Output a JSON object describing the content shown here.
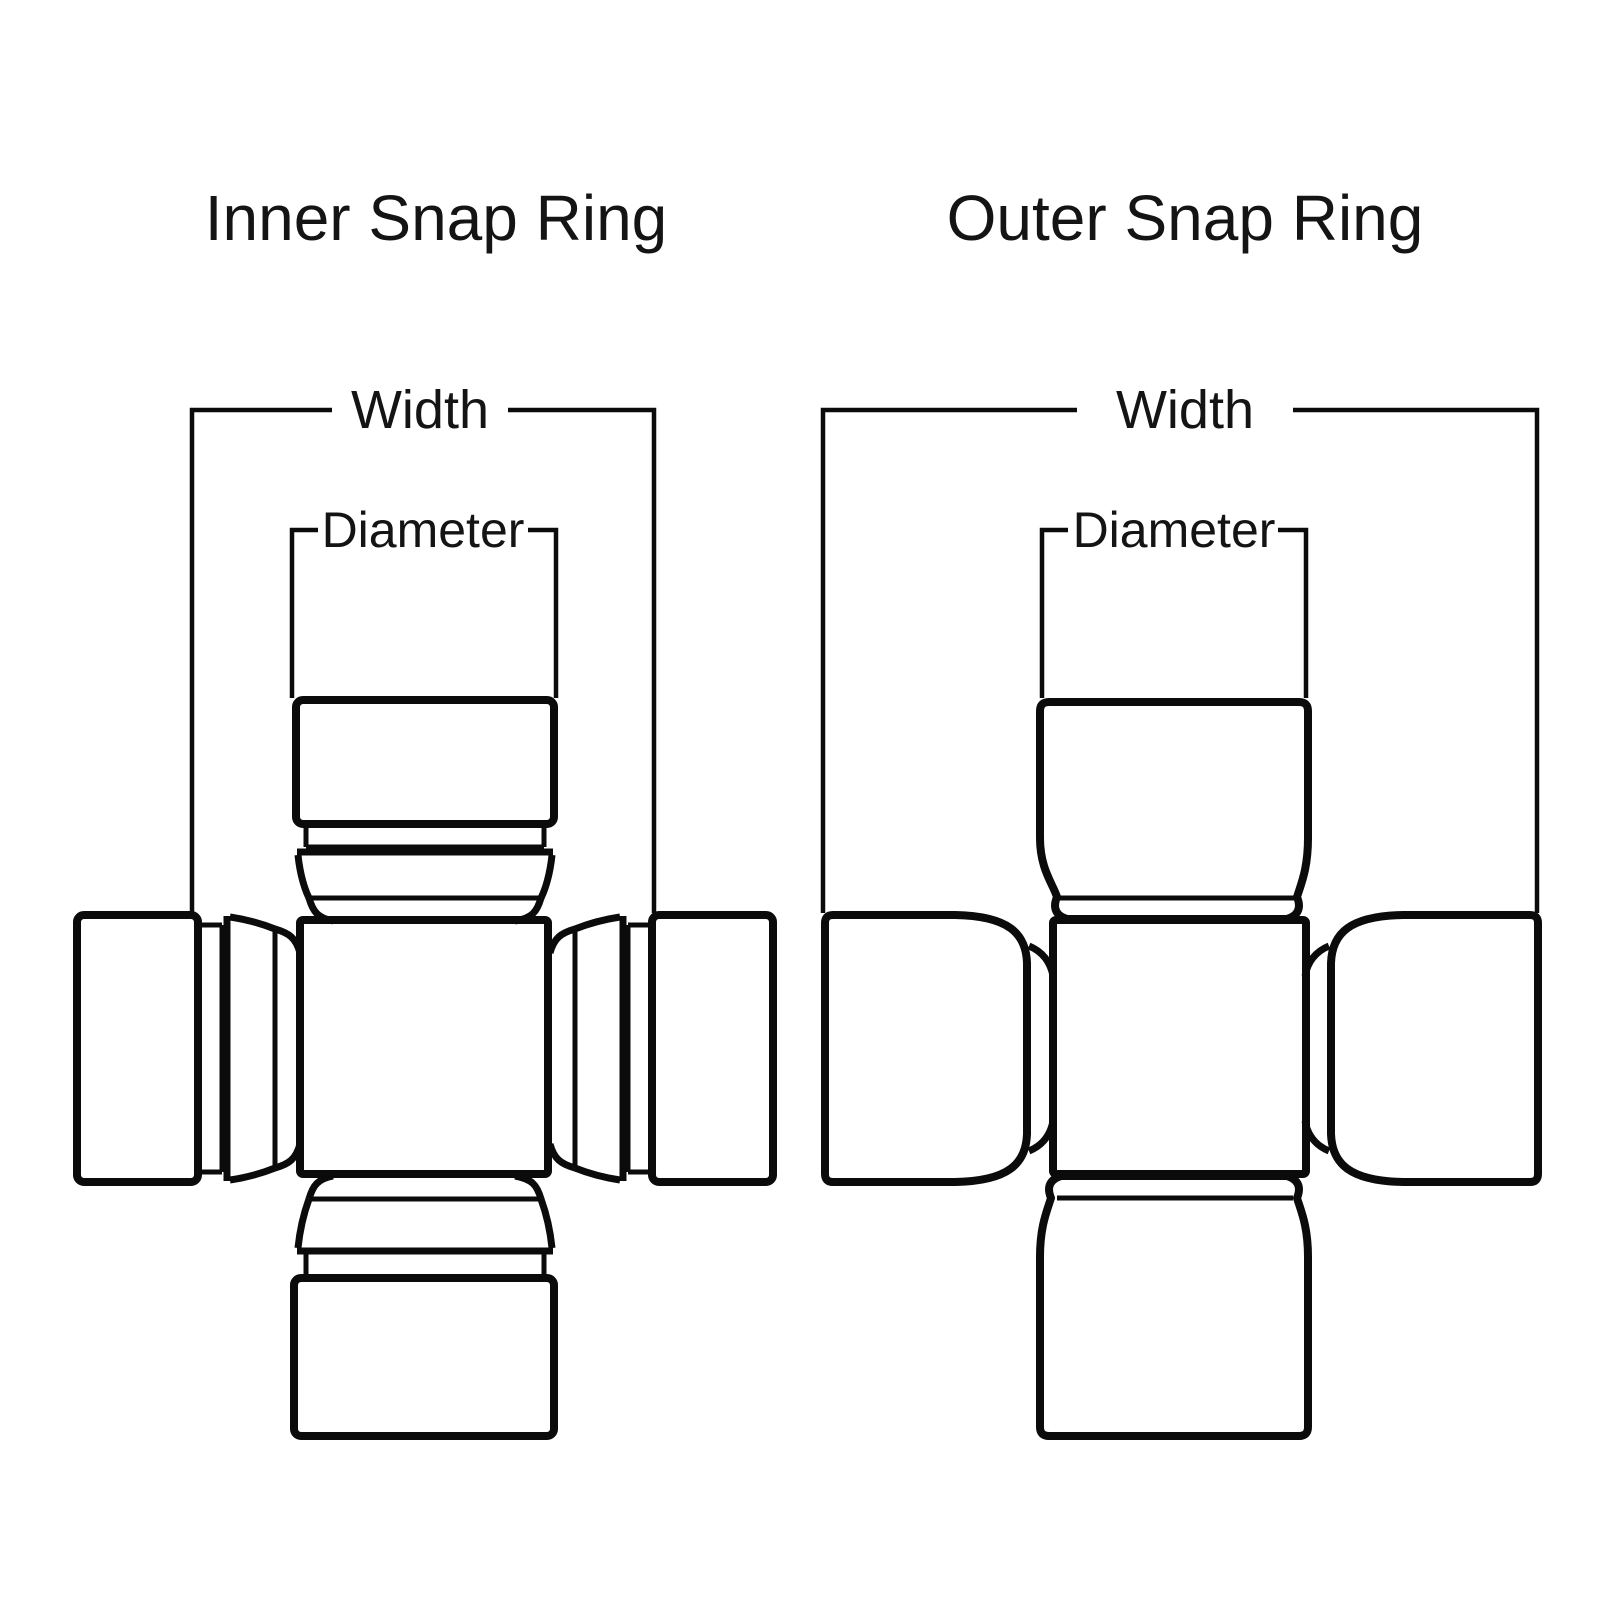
{
  "page": {
    "background_color": "#ffffff",
    "line_color": "#0b0b0b",
    "text_color": "#141414"
  },
  "diagrams": [
    {
      "title": "Inner Snap Ring",
      "width_label": "Width",
      "diameter_label": "Diameter"
    },
    {
      "title": "Outer Snap Ring",
      "width_label": "Width",
      "diameter_label": "Diameter"
    }
  ]
}
